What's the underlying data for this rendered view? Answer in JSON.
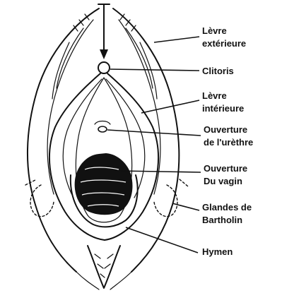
{
  "labels": {
    "outer_lip_1": "Lèvre",
    "outer_lip_2": "extérieure",
    "clitoris": "Clitoris",
    "inner_lip_1": "Lèvre",
    "inner_lip_2": "intérieure",
    "urethra_1": "Ouverture",
    "urethra_2": "de l'urèthre",
    "vagina_1": "Ouverture",
    "vagina_2": "Du vagin",
    "bartholin_1": "Glandes de",
    "bartholin_2": "Bartholin",
    "hymen": "Hymen"
  }
}
